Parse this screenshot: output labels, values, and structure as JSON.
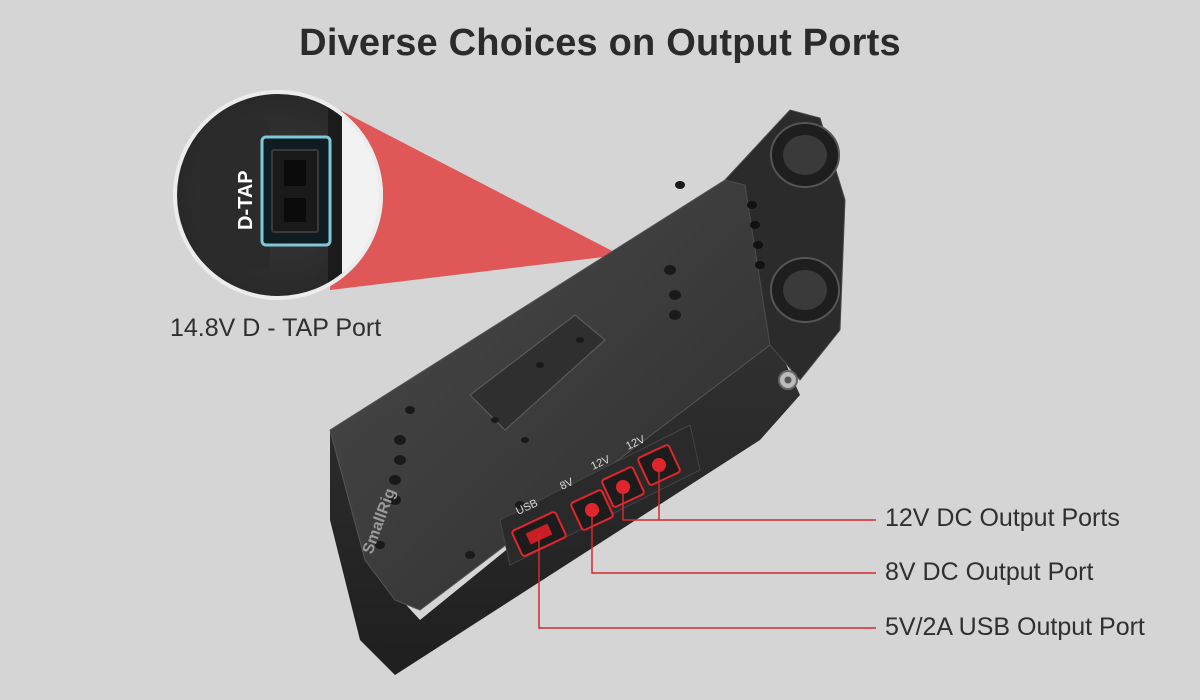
{
  "title": "Diverse Choices on Output Ports",
  "inset": {
    "port_label": "D-TAP",
    "caption": "14.8V D - TAP Port"
  },
  "device": {
    "brand": "SmallRig",
    "ports": [
      {
        "label": "USB"
      },
      {
        "label": "8V"
      },
      {
        "label": "12V"
      },
      {
        "label": "12V"
      }
    ]
  },
  "callouts": [
    {
      "text": "12V DC Output Ports"
    },
    {
      "text": "8V DC Output Port"
    },
    {
      "text": "5V/2A USB Output Port"
    }
  ],
  "colors": {
    "background": "#d5d5d5",
    "accent_red": "#e0262c",
    "highlight_cone": "#e05050",
    "port_glow": "#7ec8d8",
    "device_body": "#3a3a3a"
  }
}
